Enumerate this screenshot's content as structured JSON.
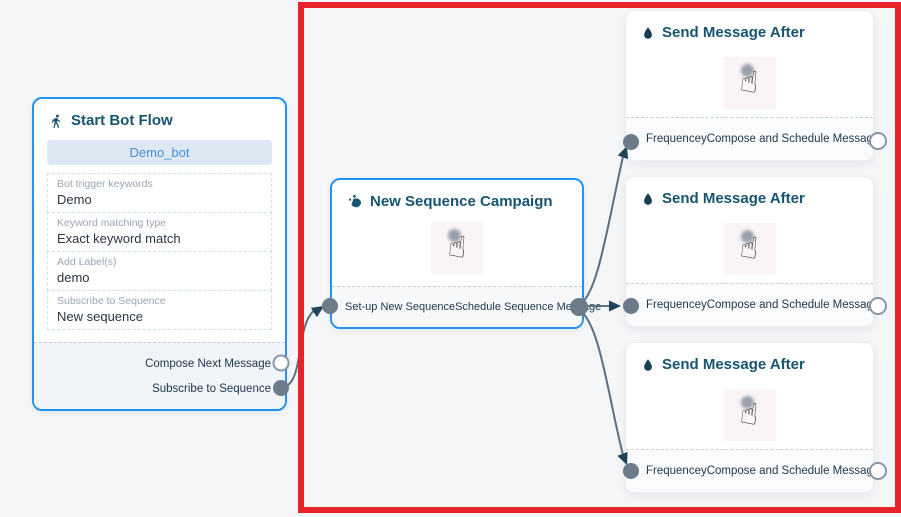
{
  "colors": {
    "canvas_bg": "#f4f6f8",
    "node_border_blue": "#2492ef",
    "title_text": "#175571",
    "highlight_red": "#e8232b",
    "connector": "#5d7081",
    "arrowhead": "#1d4459",
    "port_fill": "#6d7a89",
    "pill_bg": "#dde8f3",
    "pill_text": "#4a90d9"
  },
  "start_node": {
    "icon": "walking-person-icon",
    "title": "Start Bot Flow",
    "bot_name": "Demo_bot",
    "fields": [
      {
        "label": "Bot trigger keywords",
        "value": "Demo"
      },
      {
        "label": "Keyword matching type",
        "value": "Exact keyword match"
      },
      {
        "label": "Add Label(s)",
        "value": "demo"
      },
      {
        "label": "Subscribe to Sequence",
        "value": "New sequence"
      }
    ],
    "outputs": [
      {
        "label": "Compose Next Message",
        "connected": false
      },
      {
        "label": "Subscribe to Sequence",
        "connected": true
      }
    ]
  },
  "campaign_node": {
    "icon": "ink-drop-icon",
    "title": "New Sequence Campaign",
    "click_icon": "hand-pointer-icon",
    "footer": {
      "left": "Set-up New Sequence",
      "right": "Schedule Sequence Message"
    }
  },
  "send_nodes": [
    {
      "icon": "droplet-icon",
      "title": "Send Message After",
      "click_icon": "hand-pointer-icon",
      "footer": {
        "left": "Frequencey",
        "right": "Compose and Schedule Message"
      }
    },
    {
      "icon": "droplet-icon",
      "title": "Send Message After",
      "click_icon": "hand-pointer-icon",
      "footer": {
        "left": "Frequencey",
        "right": "Compose and Schedule Message"
      }
    },
    {
      "icon": "droplet-icon",
      "title": "Send Message After",
      "click_icon": "hand-pointer-icon",
      "footer": {
        "left": "Frequencey",
        "right": "Compose and Schedule Message"
      }
    }
  ]
}
